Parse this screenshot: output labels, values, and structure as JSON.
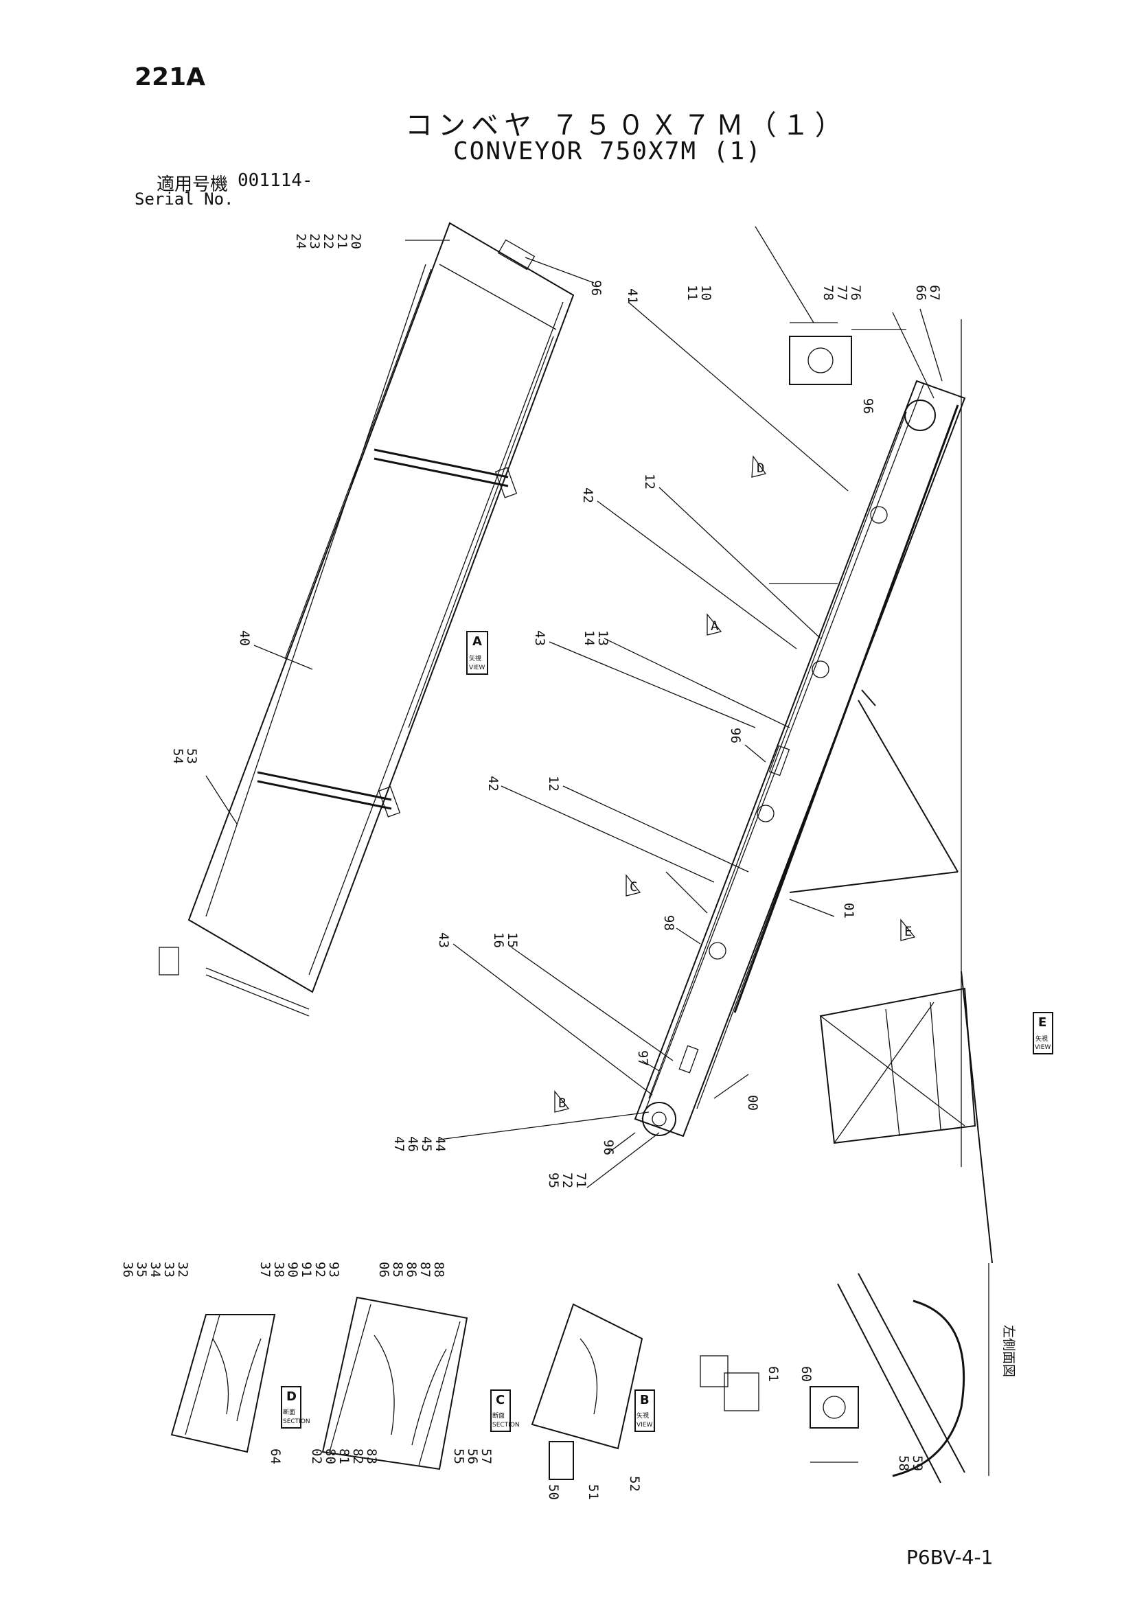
{
  "header": {
    "page_number": "221A",
    "title_jp": "コンベヤ ７５０Ｘ７Ｍ（１）",
    "title_en": "CONVEYOR 750X7M (1)",
    "serial_label_jp": "適用号機",
    "serial_value": "001114-",
    "serial_label_en": "Serial No."
  },
  "view_labels": {
    "view_a": "A",
    "view_b": "B",
    "view_c": "C",
    "view_d": "D",
    "view_e": "E",
    "view_word": "VIEW",
    "section_word": "SECTION",
    "view_jp": "矢視",
    "section_jp": "断面",
    "arrow_a": "A",
    "arrow_b": "B",
    "arrow_c": "C",
    "arrow_d": "D",
    "arrow_e": "E",
    "left_side_view": "左側面図"
  },
  "part_labels": {
    "g1": [
      "24",
      "23",
      "22",
      "21",
      "20"
    ],
    "g2": [
      "11",
      "10"
    ],
    "g3": [
      "78",
      "77",
      "76"
    ],
    "g4": [
      "66",
      "67"
    ],
    "g5": [
      "54",
      "53"
    ],
    "g6": [
      "14",
      "13"
    ],
    "g7": [
      "16",
      "15"
    ],
    "g8": [
      "47",
      "46",
      "45",
      "44"
    ],
    "g9": [
      "95",
      "72",
      "71"
    ],
    "g10": [
      "36",
      "35",
      "34",
      "33",
      "32"
    ],
    "g11": [
      "37",
      "38",
      "90",
      "91",
      "92",
      "93"
    ],
    "g12": [
      "06",
      "85",
      "86",
      "87",
      "88"
    ],
    "g13": [
      "02",
      "80",
      "81",
      "82",
      "83"
    ],
    "g14": [
      "55",
      "56",
      "57"
    ],
    "g15": [
      "58",
      "59"
    ],
    "single": {
      "p96a": "96",
      "p41": "41",
      "p96b": "96",
      "p42a": "42",
      "p12a": "12",
      "p40": "40",
      "p43a": "43",
      "p96c": "96",
      "p42b": "42",
      "p12b": "12",
      "p98": "98",
      "p01": "01",
      "p43b": "43",
      "p97": "97",
      "p00": "00",
      "p96d": "96",
      "p64": "64",
      "p50": "50",
      "p51": "51",
      "p52": "52",
      "p61": "61",
      "p60": "60"
    }
  },
  "footer": {
    "sheet_code": "P6BV-4-1"
  }
}
